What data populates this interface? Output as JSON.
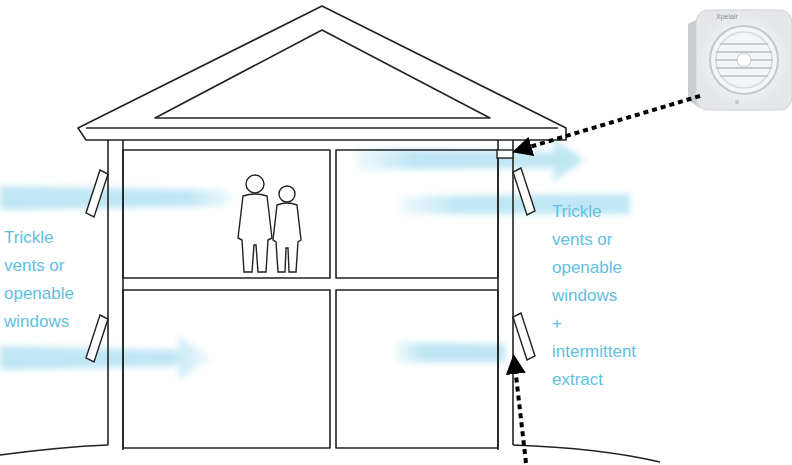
{
  "diagram": {
    "labels": [
      "Trickle vents or openable windows",
      "Trickle vents or openable windows",
      "+",
      "intermittent extract",
      "Xpelair"
    ]
  }
}
